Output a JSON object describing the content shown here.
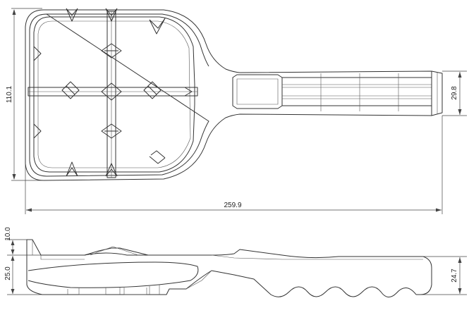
{
  "dimensions": {
    "top_height": "110.1",
    "top_total_length": "259.9",
    "top_handle_width": "29.8",
    "side_tip_height": "10.0",
    "side_body_height": "25.0",
    "side_handle_height": "24.7"
  },
  "colors": {
    "line": "#333333",
    "background": "#ffffff"
  }
}
